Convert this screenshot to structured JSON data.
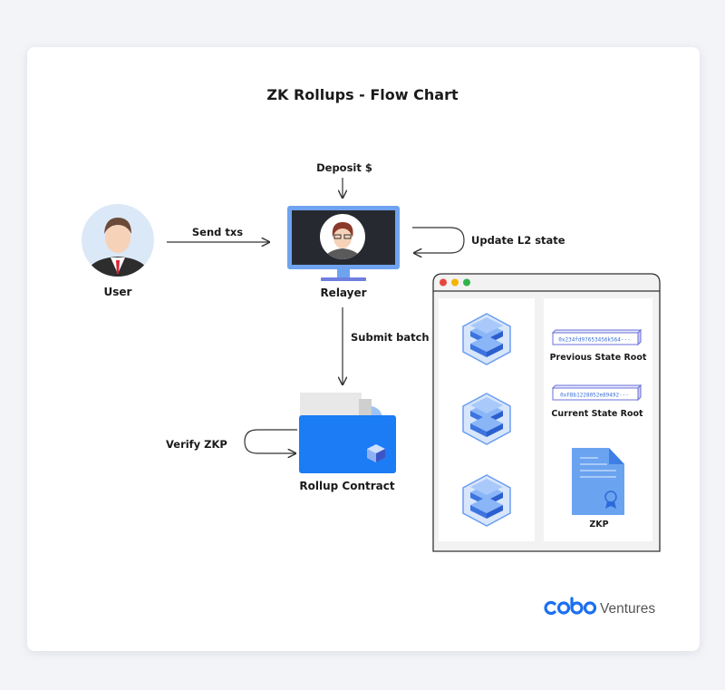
{
  "title": "ZK Rollups - Flow Chart",
  "nodes": {
    "user": "User",
    "relayer": "Relayer",
    "rollup_contract": "Rollup Contract"
  },
  "edges": {
    "send_txs": "Send txs",
    "deposit": "Deposit $",
    "update_l2": "Update L2 state",
    "submit_batch": "Submit batch",
    "verify_zkp": "Verify ZKP"
  },
  "window": {
    "previous_root_value": "0x234fd97653456k564···",
    "previous_root_label": "Previous State Root",
    "current_root_value": "0xFBb1228052e89492···",
    "current_root_label": "Current State Root",
    "zkp_label": "ZKP",
    "dots": [
      "#e8453c",
      "#f5b400",
      "#2fb34a"
    ]
  },
  "brand": {
    "logo": "cobo",
    "name": "Ventures"
  },
  "colors": {
    "accent": "#1b7cf5",
    "monitor": "#6fa3ef",
    "doc": "#5c9cf0"
  }
}
